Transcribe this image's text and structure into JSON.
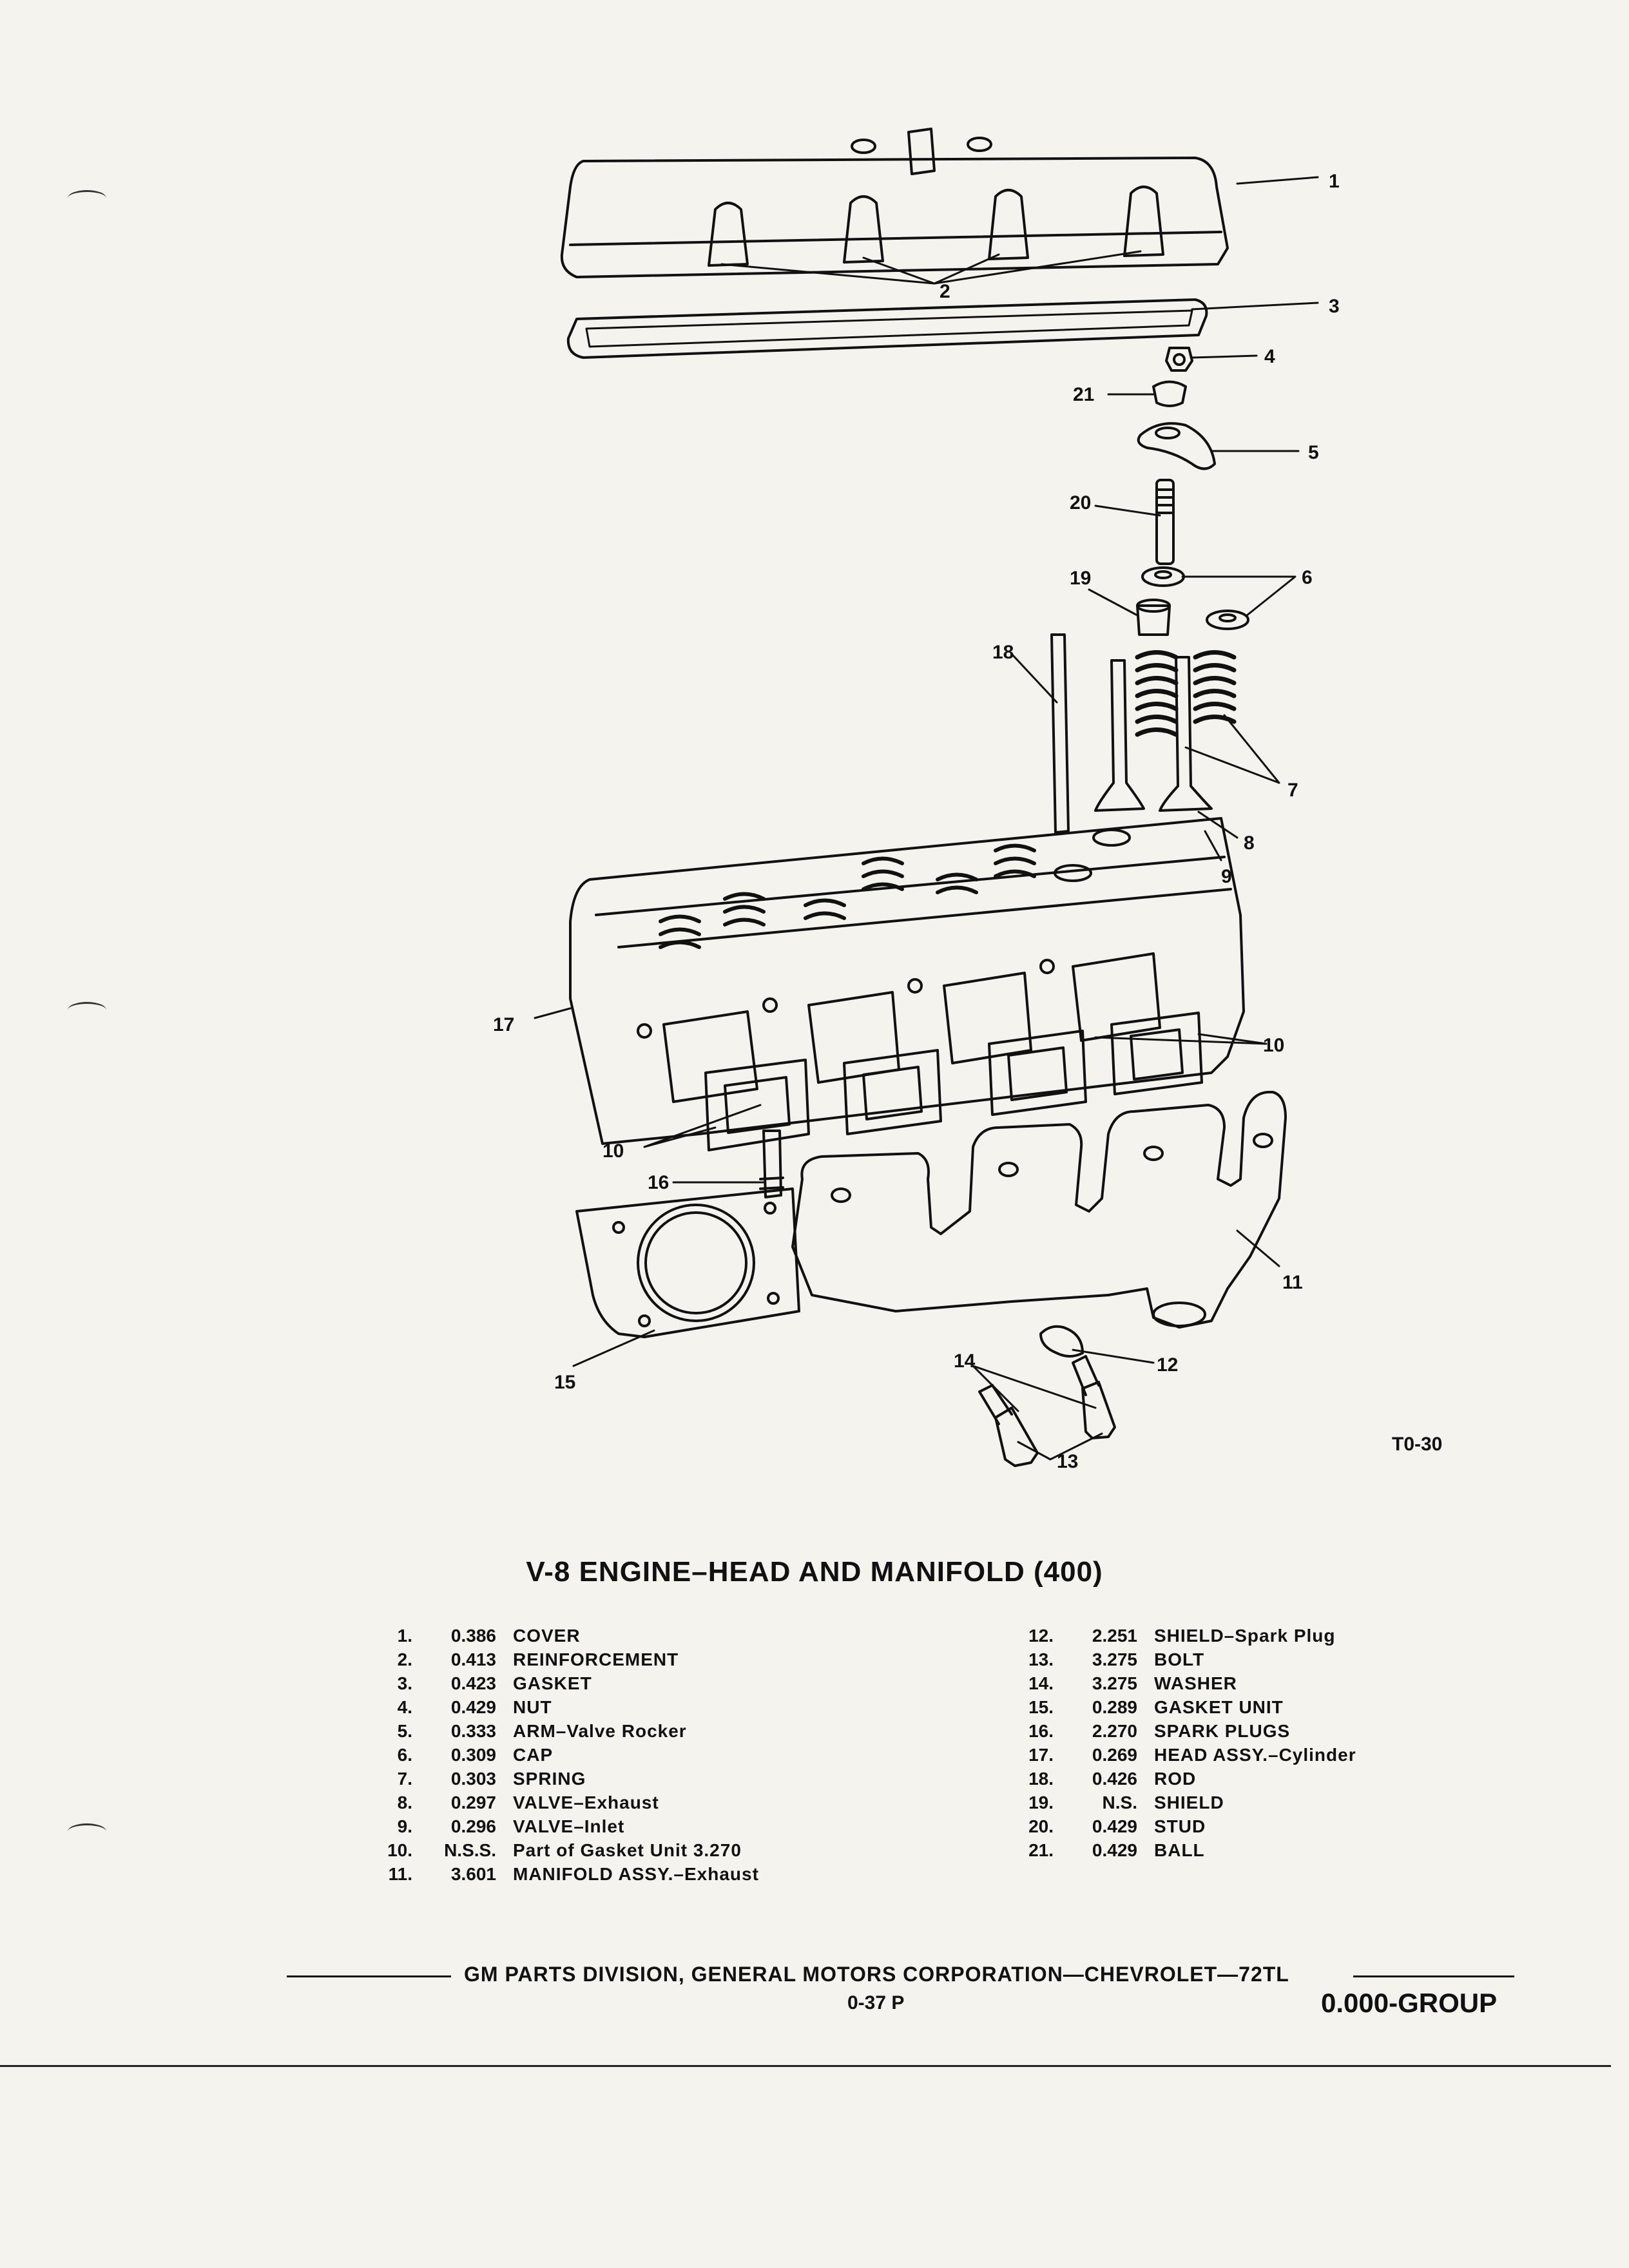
{
  "figure": {
    "code": "T0-30",
    "title": "V-8 ENGINE–HEAD AND MANIFOLD (400)",
    "callouts": [
      "1",
      "2",
      "3",
      "4",
      "5",
      "6",
      "7",
      "8",
      "9",
      "10",
      "11",
      "12",
      "13",
      "14",
      "15",
      "16",
      "17",
      "18",
      "19",
      "20",
      "21"
    ]
  },
  "parts_left": [
    {
      "num": "1.",
      "value": "0.386",
      "desc": "COVER"
    },
    {
      "num": "2.",
      "value": "0.413",
      "desc": "REINFORCEMENT"
    },
    {
      "num": "3.",
      "value": "0.423",
      "desc": "GASKET"
    },
    {
      "num": "4.",
      "value": "0.429",
      "desc": "NUT"
    },
    {
      "num": "5.",
      "value": "0.333",
      "desc": "ARM–Valve Rocker"
    },
    {
      "num": "6.",
      "value": "0.309",
      "desc": "CAP"
    },
    {
      "num": "7.",
      "value": "0.303",
      "desc": "SPRING"
    },
    {
      "num": "8.",
      "value": "0.297",
      "desc": "VALVE–Exhaust"
    },
    {
      "num": "9.",
      "value": "0.296",
      "desc": "VALVE–Inlet"
    },
    {
      "num": "10.",
      "value": "N.S.S.",
      "desc": "Part of Gasket Unit 3.270"
    },
    {
      "num": "11.",
      "value": "3.601",
      "desc": "MANIFOLD ASSY.–Exhaust"
    }
  ],
  "parts_right": [
    {
      "num": "12.",
      "value": "2.251",
      "desc": "SHIELD–Spark Plug"
    },
    {
      "num": "13.",
      "value": "3.275",
      "desc": "BOLT"
    },
    {
      "num": "14.",
      "value": "3.275",
      "desc": "WASHER"
    },
    {
      "num": "15.",
      "value": "0.289",
      "desc": "GASKET UNIT"
    },
    {
      "num": "16.",
      "value": "2.270",
      "desc": "SPARK PLUGS"
    },
    {
      "num": "17.",
      "value": "0.269",
      "desc": "HEAD ASSY.–Cylinder"
    },
    {
      "num": "18.",
      "value": "0.426",
      "desc": "ROD"
    },
    {
      "num": "19.",
      "value": "N.S.",
      "desc": "SHIELD"
    },
    {
      "num": "20.",
      "value": "0.429",
      "desc": "STUD"
    },
    {
      "num": "21.",
      "value": "0.429",
      "desc": "BALL"
    }
  ],
  "footer": {
    "division": "GM PARTS DIVISION, GENERAL MOTORS CORPORATION—CHEVROLET—72TL",
    "page": "0-37 P",
    "group": "0.000-GROUP"
  }
}
